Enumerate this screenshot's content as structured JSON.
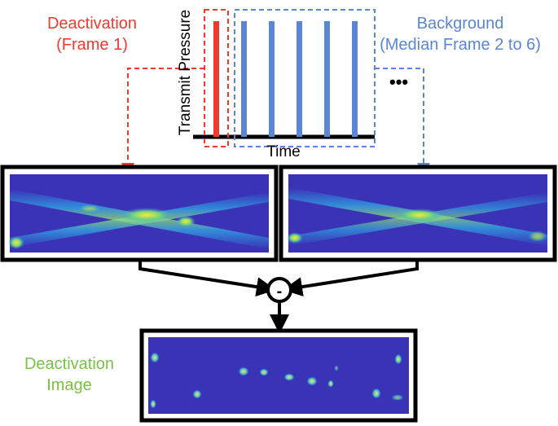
{
  "labels": {
    "deactivation_top": "Deactivation\n(Frame 1)",
    "background": "Background\n(Median Frame 2 to 6)",
    "deactivation_image": "Deactivation\nImage",
    "time_axis": "Time",
    "pressure_axis": "Transmit Pressure",
    "ellipsis": "•••",
    "operator": "-"
  },
  "colors": {
    "deactivation_red": "#f03a2e",
    "background_blue": "#5a86d4",
    "deactivation_image_green": "#7ac143",
    "image_bg": "#3a33b5",
    "frame_border": "#000000"
  },
  "pulse_sequence": {
    "frames": [
      {
        "frame": 1,
        "color": "red",
        "group": "deactivation"
      },
      {
        "frame": 2,
        "color": "blue",
        "group": "background"
      },
      {
        "frame": 3,
        "color": "blue",
        "group": "background"
      },
      {
        "frame": 4,
        "color": "blue",
        "group": "background"
      },
      {
        "frame": 5,
        "color": "blue",
        "group": "background"
      },
      {
        "frame": 6,
        "color": "blue",
        "group": "background"
      }
    ]
  }
}
